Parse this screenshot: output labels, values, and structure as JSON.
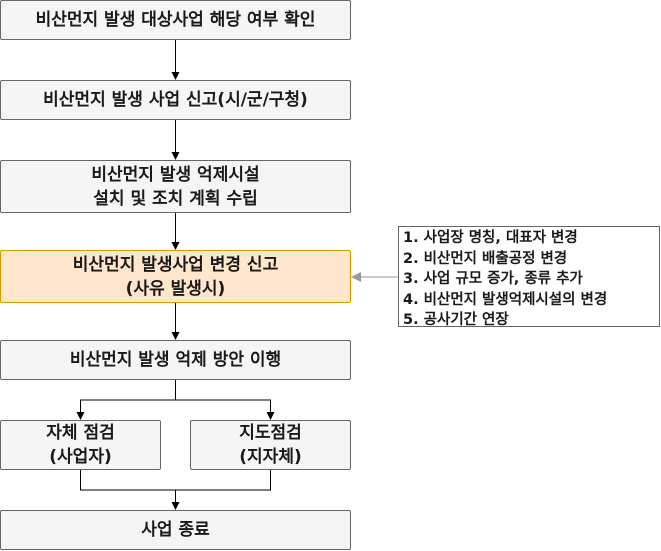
{
  "diagram": {
    "nodes": {
      "check_target": {
        "lines": [
          "비산먼지 발생 대상사업 해당 여부 확인"
        ]
      },
      "report": {
        "lines": [
          "비산먼지 발생 사업 신고(시/군/구청)"
        ]
      },
      "plan": {
        "lines": [
          "비산먼지 발생 억제시설",
          "설치 및 조치 계획 수립"
        ]
      },
      "change_report": {
        "lines": [
          "비산먼지 발생사업 변경 신고",
          "(사유 발생시)"
        ]
      },
      "implement": {
        "lines": [
          "비산먼지 발생 억제 방안 이행"
        ]
      },
      "self_check": {
        "lines": [
          "자체 점검",
          "(사업자)"
        ]
      },
      "guidance_check": {
        "lines": [
          "지도점검",
          "(지자체)"
        ]
      },
      "end": {
        "lines": [
          "사업 종료"
        ]
      }
    },
    "change_reasons": [
      "1. 사업장 명칭, 대표자 변경",
      "2. 비산먼지 배출공정 변경",
      "3. 사업 규모 증가, 종류 추가",
      "4. 비산먼지 발생억제시설의 변경",
      "5. 공사기간 연장"
    ],
    "colors": {
      "box_fill": "#f5f5f5",
      "box_border": "#666666",
      "highlight_fill": "#ffe6cc",
      "highlight_border": "#d79b00",
      "connector": "#000000",
      "note_arrow": "#999999"
    }
  }
}
